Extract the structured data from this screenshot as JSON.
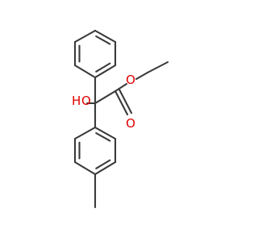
{
  "molecule": {
    "labels": {
      "hydroxyl_oxygen": "O",
      "hydroxyl_hydrogen": "H",
      "carbonyl_oxygen": "O",
      "ester_oxygen": "O"
    },
    "colors": {
      "bond": "#3a3a3a",
      "heteroatom": "#e00000",
      "background": "#ffffff"
    }
  }
}
